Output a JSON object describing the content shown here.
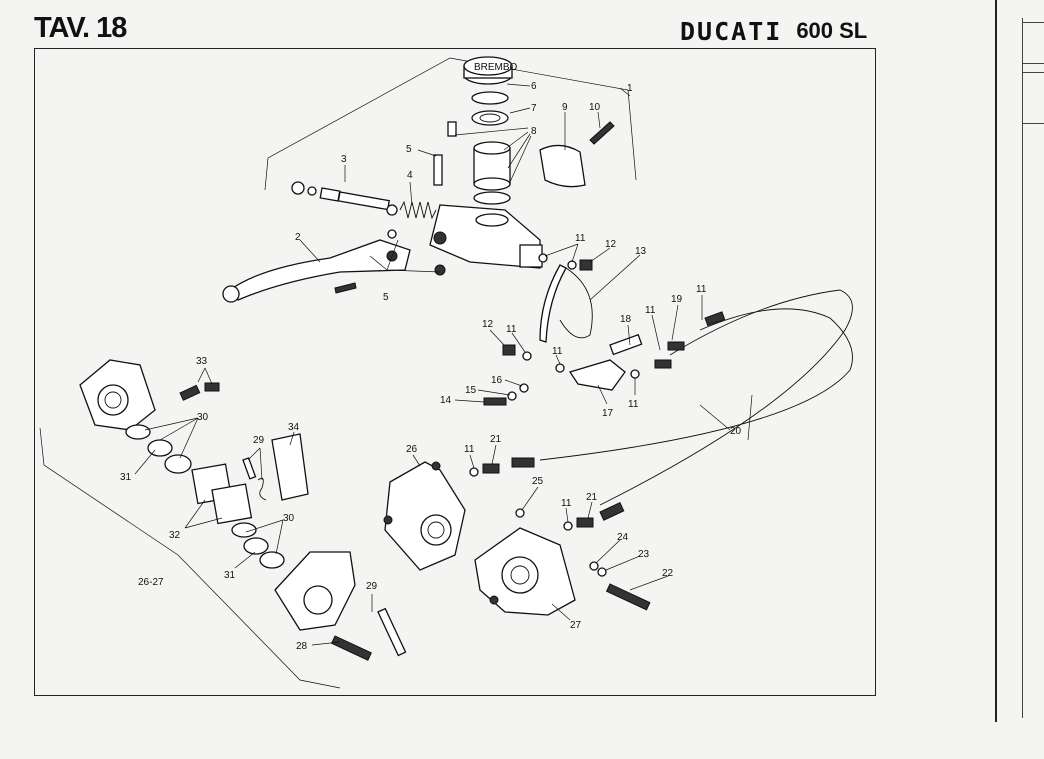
{
  "header": {
    "table_label": "TAV. 18",
    "brand": "DUCATI",
    "model": "600 SL"
  },
  "callouts": [
    {
      "id": "c1",
      "text": "1"
    },
    {
      "id": "c2",
      "text": "2"
    },
    {
      "id": "c3",
      "text": "3"
    },
    {
      "id": "c4",
      "text": "4"
    },
    {
      "id": "c5a",
      "text": "5"
    },
    {
      "id": "c5b",
      "text": "5"
    },
    {
      "id": "c6",
      "text": "6"
    },
    {
      "id": "c7",
      "text": "7"
    },
    {
      "id": "c8",
      "text": "8"
    },
    {
      "id": "c9",
      "text": "9"
    },
    {
      "id": "c10",
      "text": "10"
    },
    {
      "id": "c11a",
      "text": "11"
    },
    {
      "id": "c12a",
      "text": "12"
    },
    {
      "id": "c13",
      "text": "13"
    },
    {
      "id": "c12b",
      "text": "12"
    },
    {
      "id": "c11b",
      "text": "11"
    },
    {
      "id": "c11c",
      "text": "11"
    },
    {
      "id": "c18",
      "text": "18"
    },
    {
      "id": "c11d",
      "text": "11"
    },
    {
      "id": "c19",
      "text": "19"
    },
    {
      "id": "c11e",
      "text": "11"
    },
    {
      "id": "c16",
      "text": "16"
    },
    {
      "id": "c15",
      "text": "15"
    },
    {
      "id": "c14",
      "text": "14"
    },
    {
      "id": "c17",
      "text": "17"
    },
    {
      "id": "c11f",
      "text": "11"
    },
    {
      "id": "c20",
      "text": "20"
    },
    {
      "id": "c33",
      "text": "33"
    },
    {
      "id": "c30a",
      "text": "30"
    },
    {
      "id": "c31a",
      "text": "31"
    },
    {
      "id": "c29a",
      "text": "29"
    },
    {
      "id": "c34",
      "text": "34"
    },
    {
      "id": "c26",
      "text": "26"
    },
    {
      "id": "c11g",
      "text": "11"
    },
    {
      "id": "c21a",
      "text": "21"
    },
    {
      "id": "c25",
      "text": "25"
    },
    {
      "id": "c11h",
      "text": "11"
    },
    {
      "id": "c21b",
      "text": "21"
    },
    {
      "id": "c32",
      "text": "32"
    },
    {
      "id": "c30b",
      "text": "30"
    },
    {
      "id": "c31b",
      "text": "31"
    },
    {
      "id": "c2627",
      "text": "26-27"
    },
    {
      "id": "c24",
      "text": "24"
    },
    {
      "id": "c23",
      "text": "23"
    },
    {
      "id": "c22",
      "text": "22"
    },
    {
      "id": "c29b",
      "text": "29"
    },
    {
      "id": "c27",
      "text": "27"
    },
    {
      "id": "c28",
      "text": "28"
    }
  ],
  "reservoir_cap_text": "BREMBO"
}
